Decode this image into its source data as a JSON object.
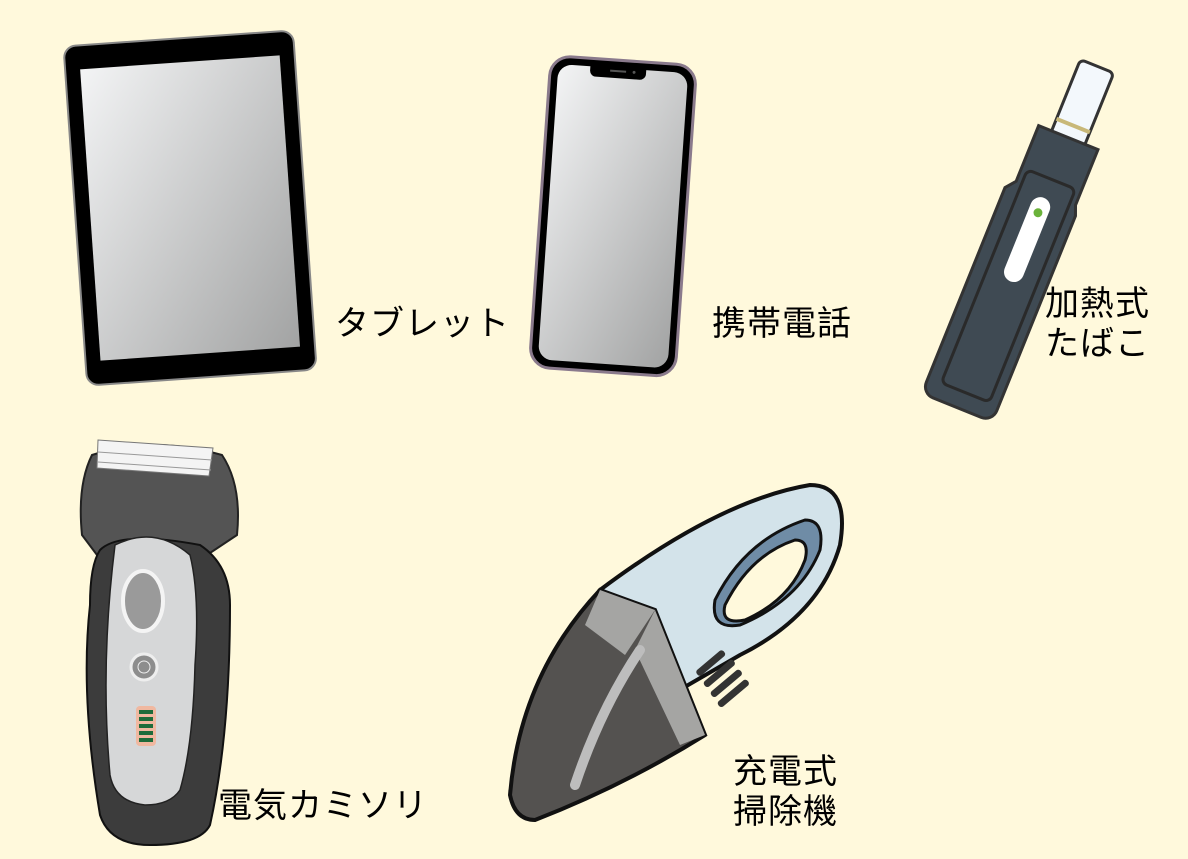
{
  "items": [
    {
      "id": "tablet",
      "label": "タブレット"
    },
    {
      "id": "phone",
      "label": "携帯電話"
    },
    {
      "id": "heated-tobacco",
      "label_line1": "加熱式",
      "label_line2": "たばこ"
    },
    {
      "id": "shaver",
      "label": "電気カミソリ"
    },
    {
      "id": "vacuum",
      "label_line1": "充電式",
      "label_line2": "掃除機"
    }
  ],
  "colors": {
    "background": "#fff9dc",
    "device_dark": "#3f4a53",
    "screen_light": "#f2f3f4",
    "screen_dark": "#a3a4a4",
    "accent_green": "#6ab23a",
    "vacuum_blue": "#d3e3ea",
    "vacuum_handle": "#6f8ca6",
    "vacuum_body": "#545250"
  }
}
